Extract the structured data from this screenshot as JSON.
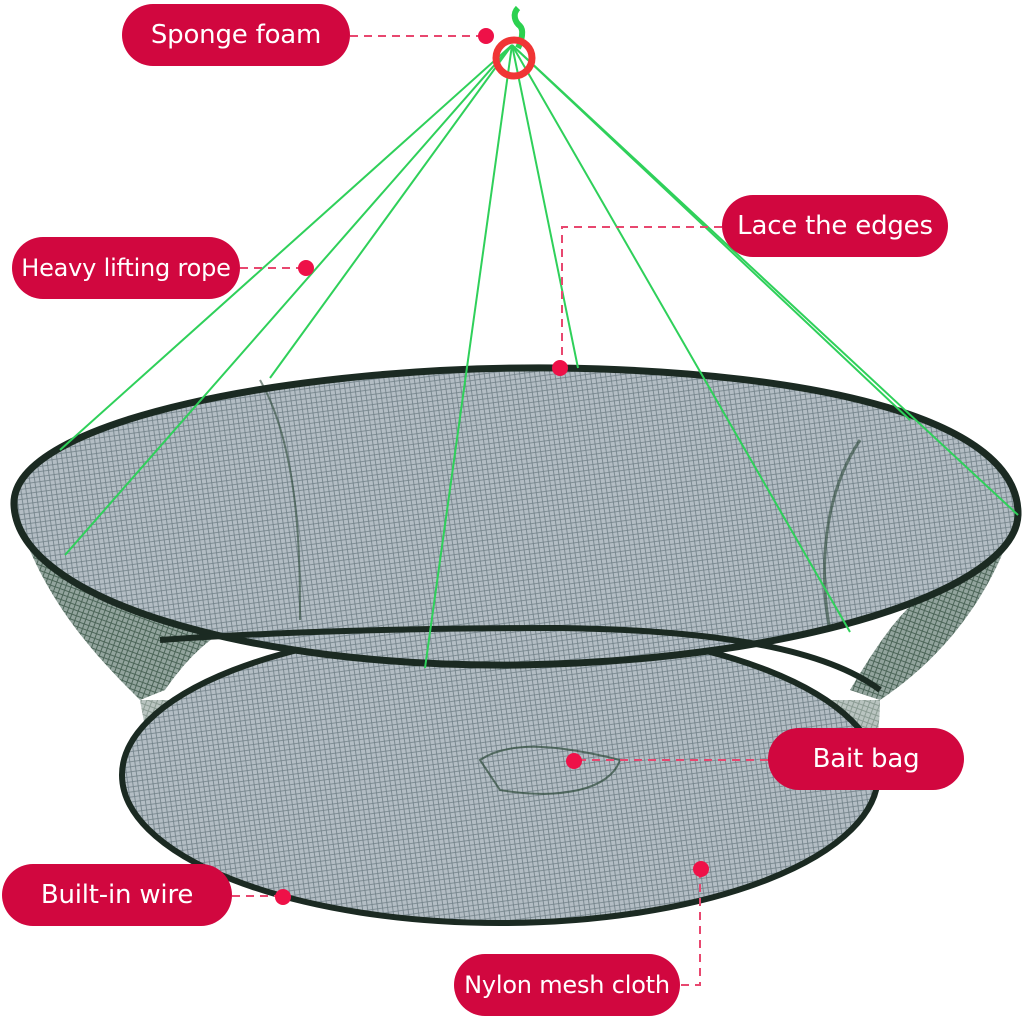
{
  "diagram": {
    "subject": "Foldable round fishing net trap",
    "colors": {
      "label_bg": "#d1073f",
      "label_text": "#ffffff",
      "connector": "#e8476f",
      "marker": "#ee1148",
      "rope": "#2fd05a",
      "ring": "#f03a3a",
      "mesh": "#a9b3bb",
      "mesh_dark": "#2f4a3d",
      "frame": "#1e2a22"
    },
    "labels": [
      {
        "id": "sponge-foam",
        "text": "Sponge foam"
      },
      {
        "id": "heavy-lifting-rope",
        "text": "Heavy lifting rope"
      },
      {
        "id": "lace-the-edges",
        "text": "Lace the edges"
      },
      {
        "id": "bait-bag",
        "text": "Bait bag"
      },
      {
        "id": "built-in-wire",
        "text": "Built-in wire"
      },
      {
        "id": "nylon-mesh-cloth",
        "text": "Nylon mesh cloth"
      }
    ]
  }
}
